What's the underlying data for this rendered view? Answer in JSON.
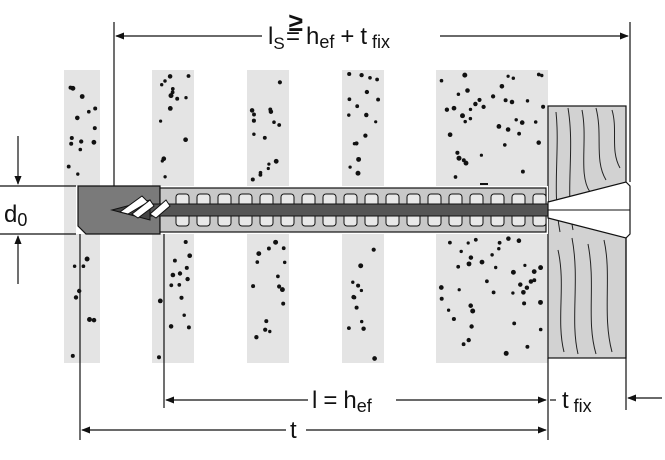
{
  "labels": {
    "ls_main": "l",
    "ls_sub": "S",
    "ls_geq": "≥",
    "hef_main": "h",
    "hef_sub": "ef",
    "plus": "+",
    "t_main": "t",
    "fix_sub": "fix",
    "d_main": "d",
    "d_sub": "0",
    "l_main": "l",
    "equals": "=",
    "t_total": "t"
  },
  "colors": {
    "masonry_fill": "#e4e4e4",
    "dot": "#111111",
    "wood_fill": "#d2d2d2",
    "anchor_fill": "#c8c8c8",
    "screw_fill": "#555555",
    "line": "#111111"
  }
}
